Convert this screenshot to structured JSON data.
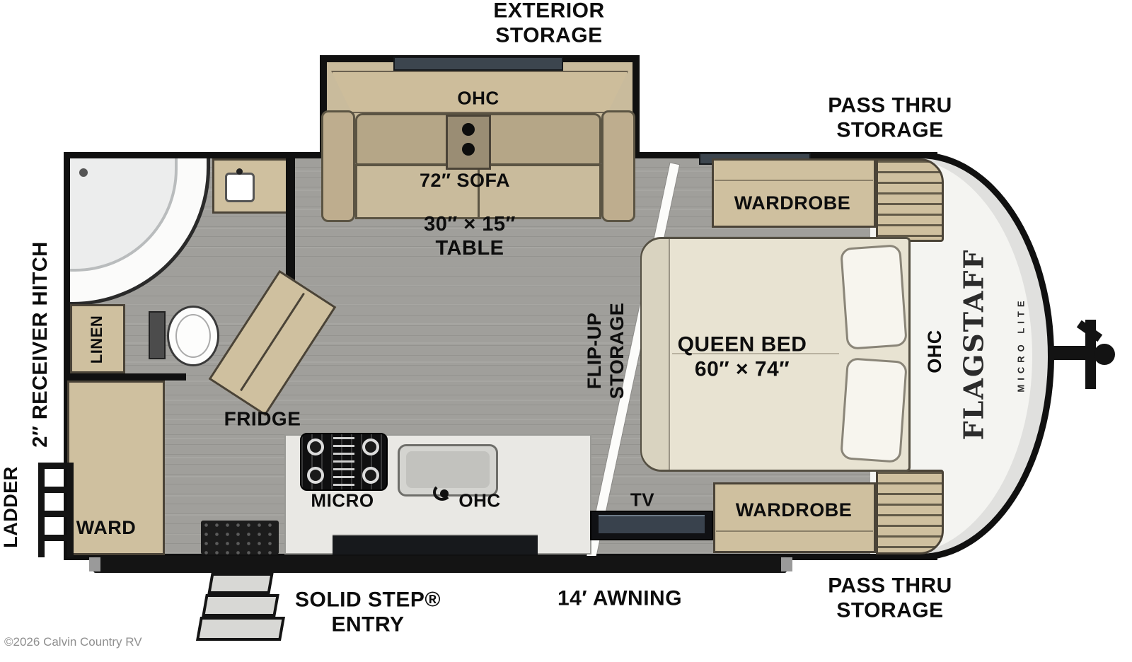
{
  "plan": {
    "copyright": "©2026 Calvin Country RV",
    "brand": {
      "title": "FLAGSTAFF",
      "subtitle": "MICRO LITE"
    },
    "exterior": {
      "exterior_storage": "EXTERIOR\nSTORAGE",
      "pass_thru_top": "PASS THRU\nSTORAGE",
      "pass_thru_bottom": "PASS THRU\nSTORAGE",
      "receiver_hitch": "2″ RECEIVER HITCH",
      "ladder": "LADDER",
      "awning": "14′ AWNING",
      "entry": "SOLID STEP®\nENTRY"
    },
    "living": {
      "ohc_slide": "OHC",
      "sofa": "72″ SOFA",
      "table": "30″ × 15″\nTABLE"
    },
    "kitchen": {
      "fridge": "FRIDGE",
      "micro": "MICRO",
      "ohc": "OHC",
      "tv": "TV"
    },
    "bath": {
      "linen": "LINEN",
      "ward": "WARD"
    },
    "bedroom": {
      "wardrobe_top": "WARDROBE",
      "wardrobe_bottom": "WARDROBE",
      "bed": "QUEEN BED\n60″ × 74″",
      "ohc_front": "OHC",
      "flip_up": "FLIP-UP\nSTORAGE"
    },
    "colors": {
      "wall": "#101010",
      "cabinet": "#cfc09f",
      "floor": "#a09f9b",
      "mattress": "#e8e3d2"
    }
  }
}
